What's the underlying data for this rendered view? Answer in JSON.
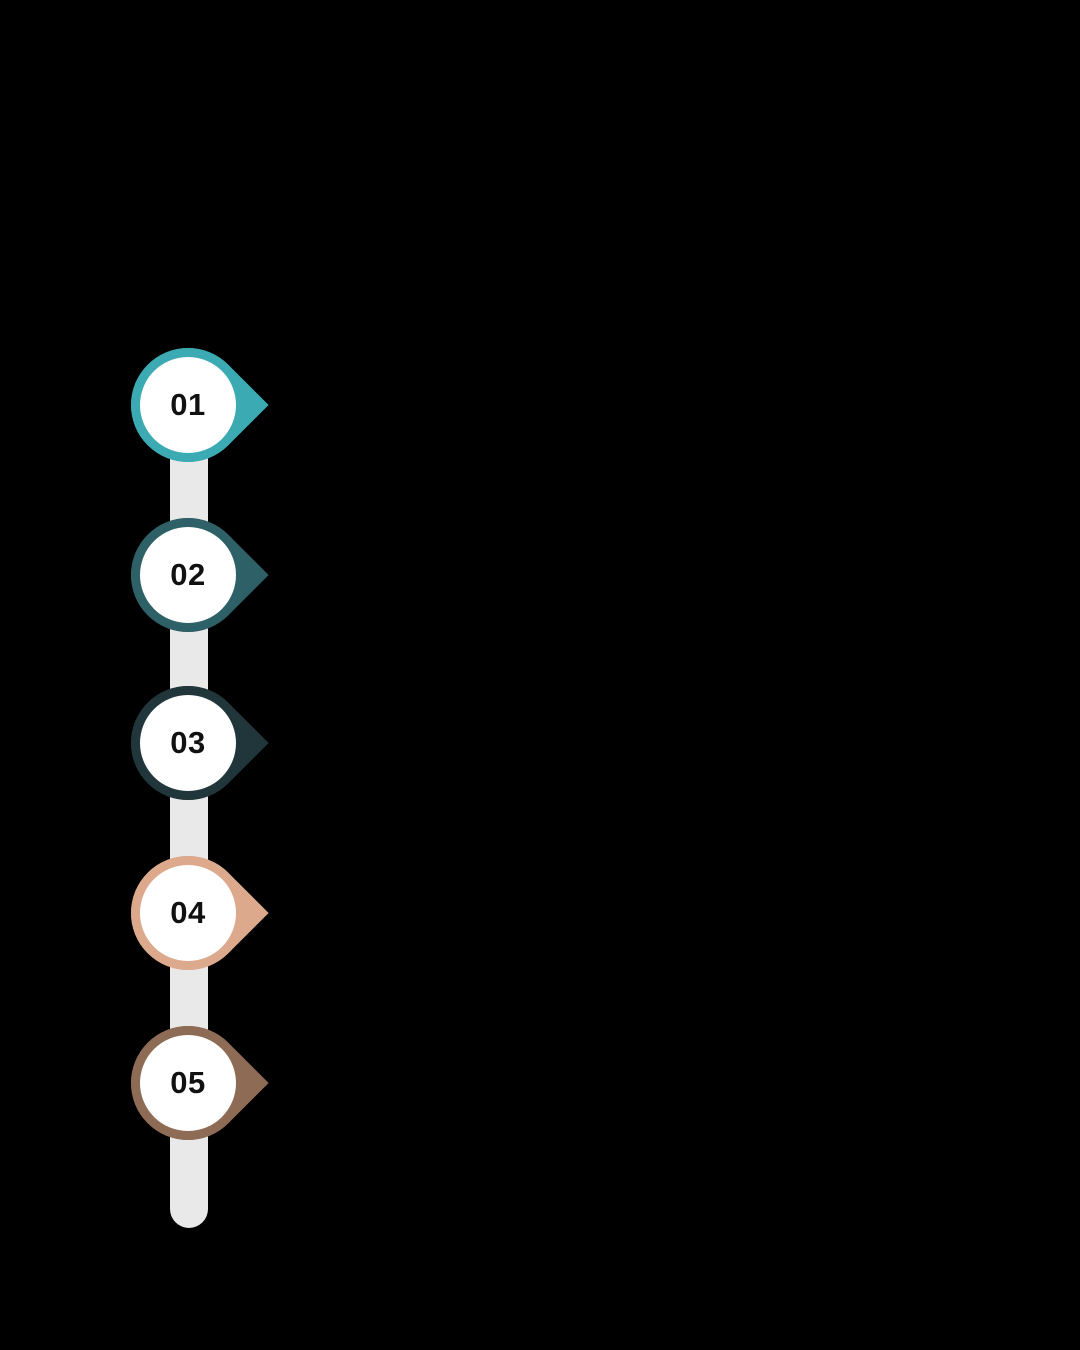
{
  "background_color": "#000000",
  "timeline": {
    "track_color": "#e9e9e9",
    "steps": [
      {
        "number": "01",
        "color": "#3BAAB2"
      },
      {
        "number": "02",
        "color": "#2E6167"
      },
      {
        "number": "03",
        "color": "#21363B"
      },
      {
        "number": "04",
        "color": "#DCA98D"
      },
      {
        "number": "05",
        "color": "#8E6B55"
      }
    ]
  }
}
